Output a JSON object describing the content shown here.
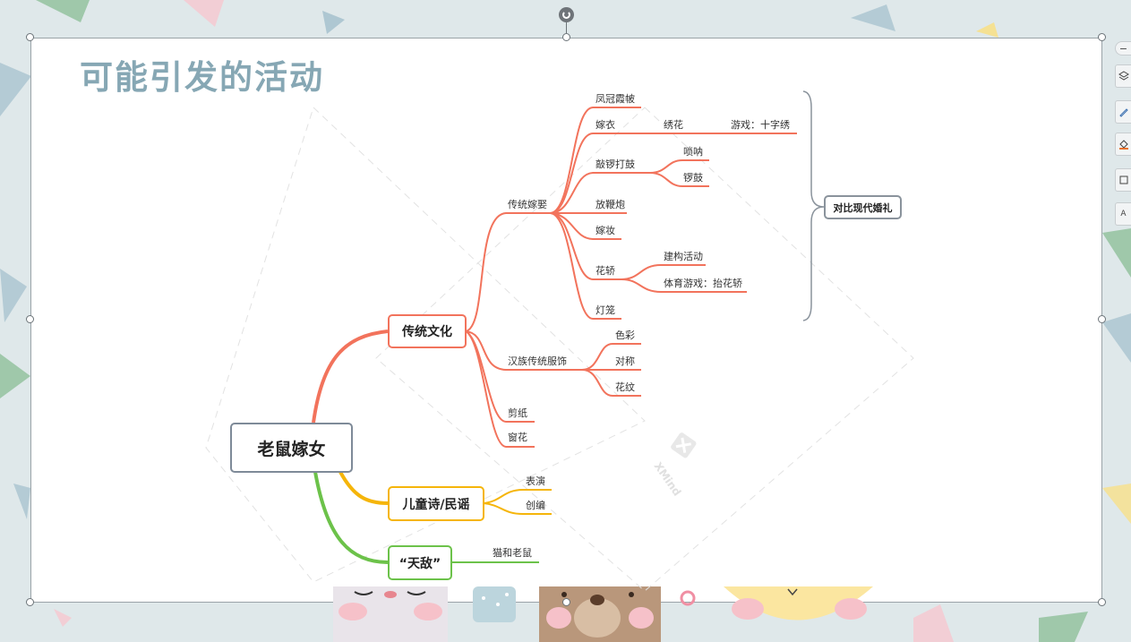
{
  "slide": {
    "title": "可能引发的活动"
  },
  "mindmap": {
    "root": "老鼠嫁女",
    "branches": {
      "culture": {
        "label": "传统文化",
        "wedding": {
          "label": "传统嫁娶",
          "items": {
            "crown": "凤冠霞帔",
            "dress": "嫁衣",
            "embroidery": "绣花",
            "cross_stitch": "游戏：十字绣",
            "gongs": "敲锣打鼓",
            "suona": "唢呐",
            "drum": "锣鼓",
            "firecrackers": "放鞭炮",
            "dowry": "嫁妆",
            "sedan": "花轿",
            "construction": "建构活动",
            "sedan_game": "体育游戏：抬花轿",
            "lantern": "灯笼"
          },
          "compare": "对比现代婚礼"
        },
        "costume": {
          "label": "汉族传统服饰",
          "items": {
            "color": "色彩",
            "symmetry": "对称",
            "pattern": "花纹"
          }
        },
        "papercut": "剪纸",
        "window": "窗花"
      },
      "poetry": {
        "label": "儿童诗/民谣",
        "perform": "表演",
        "create": "创编"
      },
      "enemy": {
        "label": "“天敌”",
        "cat": "猫和老鼠"
      }
    },
    "watermark": "XMind"
  },
  "colors": {
    "orange": "#f2735c",
    "yellow": "#f5b50a",
    "green": "#6cc24a",
    "root_border": "#7e8a98",
    "title": "#86a7b4",
    "compare_border": "#8a939c"
  },
  "toolbar": {
    "items": [
      "minus-icon",
      "layers-icon",
      "pen-icon",
      "fill-icon",
      "shape-icon",
      "text-icon"
    ]
  }
}
